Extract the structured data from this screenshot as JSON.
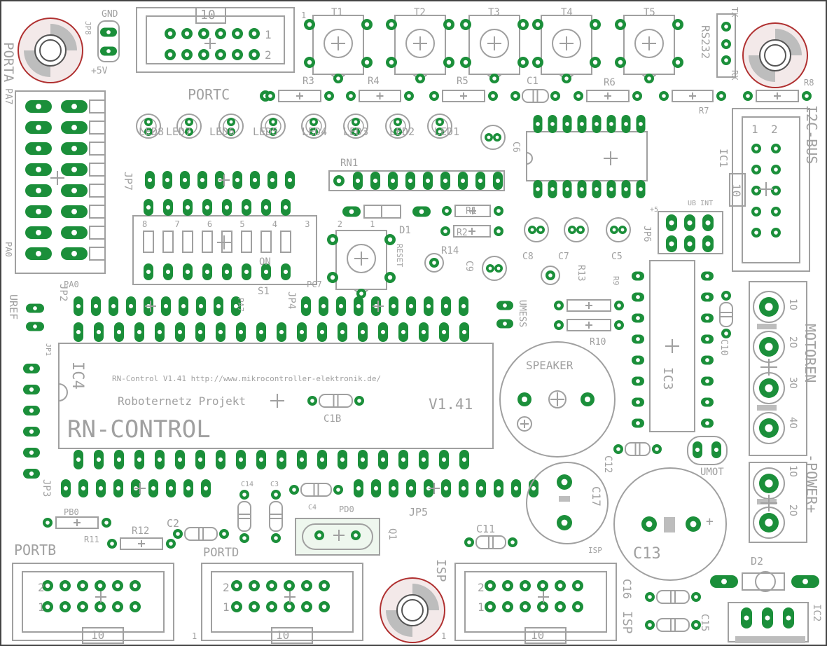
{
  "colors": {
    "silk": "#a0a0a0",
    "pad": "#1b8f3a",
    "hole": "#ffffff",
    "mount_red": "#b03030",
    "mount_fill": "#bdbdbd"
  },
  "board": {
    "main_title": "RN-CONTROL",
    "project_line": "Roboternetz Projekt",
    "url_line": "RN-Control V1.41 http://www.mikrocontroller-elektronik.de/",
    "version": "V1.41"
  },
  "labels": {
    "gnd": "GND",
    "jp8": "JP8",
    "plus5v": "+5V",
    "porta": "PORTA",
    "pa7_top": "PA7",
    "pa0_side": "PA0",
    "portc": "PORTC",
    "ten_top": "10",
    "pin1": "1",
    "pin2": "2",
    "one": "1",
    "t1": "T1",
    "t2": "T2",
    "t3": "T3",
    "t4": "T4",
    "t5": "T5",
    "tx": "TX",
    "rx": "RX",
    "rs232": "RS232",
    "r3": "R3",
    "r4": "R4",
    "r5": "R5",
    "c1": "C1",
    "r6": "R6",
    "r7": "R7",
    "r8": "R8",
    "i2c": "I2C-BUS",
    "ten_i2c": "10",
    "led8": "LED8",
    "led7": "LED7",
    "led6": "LED6",
    "led5": "LED5",
    "led4": "LED4",
    "led3": "LED3",
    "led2": "LED2",
    "led1": "LED1",
    "c6": "C6",
    "ic1": "IC1",
    "rn1": "RN1",
    "jp7": "JP7",
    "d1": "D1",
    "r1": "R1",
    "r2": "R2",
    "reset": "RESET",
    "r14": "R14",
    "c9": "C9",
    "c8": "C8",
    "c7": "C7",
    "c5": "C5",
    "jp6": "JP6",
    "ub_int": "UB INT",
    "plus5": "+5",
    "s1": "S1",
    "on": "ON",
    "sw_nums": "8 7 6 5 4 3 2 1",
    "pa0": "PA0",
    "pa7": "PA7",
    "pc7": "PC7",
    "jp2": "JP2",
    "uref": "UREF",
    "jp4": "JP4",
    "umess": "UMESS",
    "r13": "R13",
    "r9": "R9",
    "r10": "R10",
    "ic3": "IC3",
    "c10": "C10",
    "motoren": "MOTOREN",
    "m1": "1O",
    "m2": "2O",
    "m3": "3O",
    "m4": "4O",
    "ic4": "IC4",
    "jp1": "JP1",
    "c1b": "C1B",
    "speaker": "SPEAKER",
    "c12": "C12",
    "umot": "UMOT",
    "power": "-POWER+",
    "p1": "1O",
    "p2": "2O",
    "jp3": "JP3",
    "pb0": "PB0",
    "c14": "C14",
    "c3": "C3",
    "c4": "C4",
    "pd0": "PD0",
    "jp5": "JP5",
    "r11": "R11",
    "r12": "R12",
    "c2": "C2",
    "q1": "Q1",
    "c11": "C11",
    "c17": "C17",
    "c13": "C13",
    "d2": "D2",
    "portb": "PORTB",
    "portd": "PORTD",
    "isp": "ISP",
    "isp2": "ISP",
    "ten": "10",
    "c16": "C16",
    "c15": "C15",
    "ic2": "IC2",
    "plus": "+",
    "gnd_tiny": "GND"
  }
}
